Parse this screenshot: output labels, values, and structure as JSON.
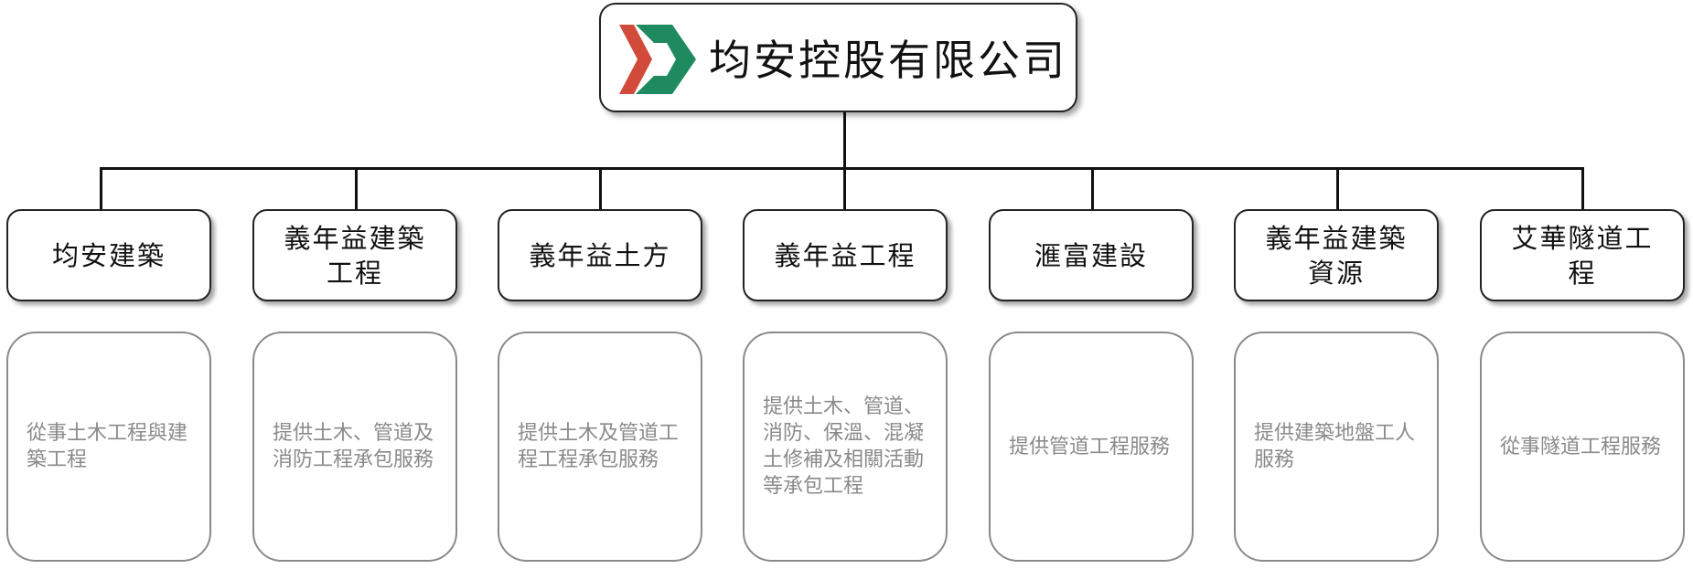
{
  "company": {
    "name": "均安控股有限公司",
    "logo_icon": "chevron-logo-icon",
    "logo_colors": {
      "red": "#d24a3a",
      "green": "#1f8a5f"
    }
  },
  "subsidiaries": [
    {
      "name": "均安建築",
      "description": "從事土木工程與建築工程"
    },
    {
      "name": "義年益建築工程",
      "description": "提供土木、管道及消防工程承包服務"
    },
    {
      "name": "義年益土方",
      "description": "提供土木及管道工程工程承包服務"
    },
    {
      "name": "義年益工程",
      "description": "提供土木、管道、消防、保溫、混凝土修補及相關活動等承包工程"
    },
    {
      "name": "滙富建設",
      "description": "提供管道工程服務"
    },
    {
      "name": "義年益建築資源",
      "description": "提供建築地盤工人服務"
    },
    {
      "name": "艾華隧道工程",
      "description": "從事隧道工程服務"
    }
  ]
}
